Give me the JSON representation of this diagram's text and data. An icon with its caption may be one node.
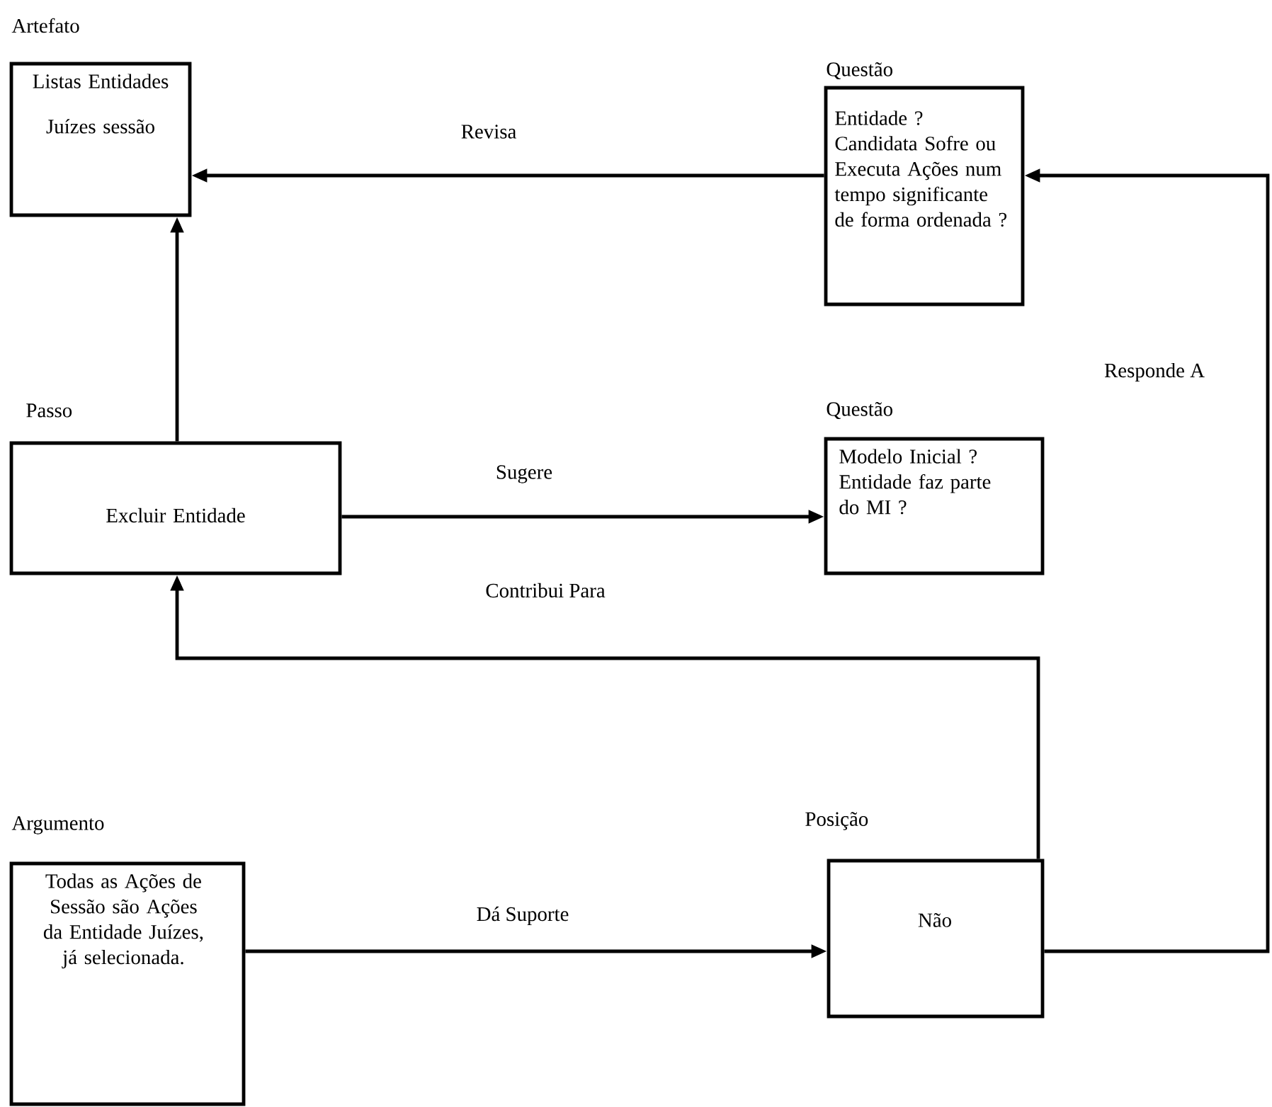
{
  "diagram": {
    "nodes": [
      {
        "text": [
          "Artefato",
          "Listas Entidades",
          "Juízes sessão"
        ]
      },
      {
        "text": [
          "Questão",
          "Entidade ? Candidata Sofre ou Executa Ações num tempo significante de forma ordenada ?"
        ]
      },
      {
        "text": [
          "Passo",
          "Excluir Entidade"
        ]
      },
      {
        "text": [
          "Questão",
          "Modelo Inicial ? Entidade faz parte do MI ?"
        ]
      },
      {
        "text": [
          "Argumento",
          "Todas as Ações de Sessão são Ações da Entidade Juízes, já selecionada."
        ]
      },
      {
        "text": [
          "Posição",
          "Não"
        ]
      }
    ],
    "edges": [
      {
        "from": 1,
        "to": 0,
        "arrow": "to",
        "label": "Revisa"
      },
      {
        "from": 2,
        "to": 0,
        "arrow": "to"
      },
      {
        "from": 2,
        "to": 3,
        "arrow": "to",
        "label": "Sugere"
      },
      {
        "from": 5,
        "to": 2,
        "arrow": "to",
        "label": "Contribui Para"
      },
      {
        "from": 4,
        "to": 5,
        "arrow": "to",
        "label": "Dá Suporte"
      },
      {
        "from": 5,
        "to": 1,
        "arrow": "to",
        "label": "Responde A"
      }
    ]
  }
}
